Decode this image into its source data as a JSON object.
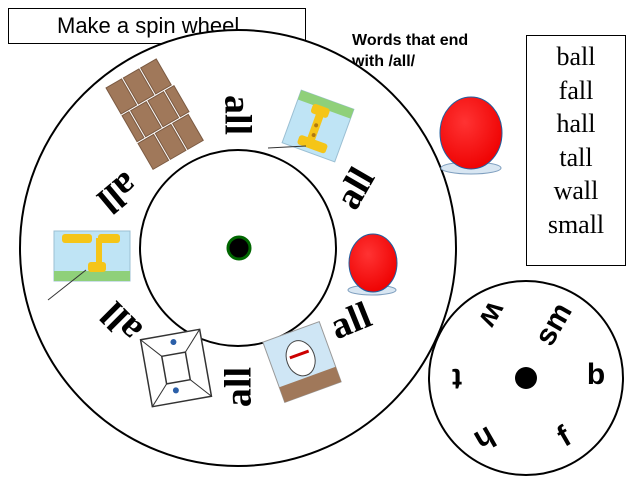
{
  "title": "Make a spin wheel",
  "caption_line1": "Words that end",
  "caption_line2": "with /all/",
  "words": [
    "ball",
    "fall",
    "hall",
    "tall",
    "wall",
    "small"
  ],
  "wheel_labels": [
    "all",
    "all",
    "all",
    "all",
    "all",
    "all"
  ],
  "spinner_letters": [
    "sm",
    "b",
    "f",
    "h",
    "t",
    "w"
  ],
  "colors": {
    "ball_red": "#ff0000",
    "brick_brown": "#a0785a",
    "center_green": "#006600"
  },
  "icons": [
    "brick-wall-icon",
    "giraffe-tall-icon",
    "red-ball-icon",
    "humpty-dumpty-fall-icon",
    "hall-room-icon",
    "giraffe-fall-icon"
  ]
}
